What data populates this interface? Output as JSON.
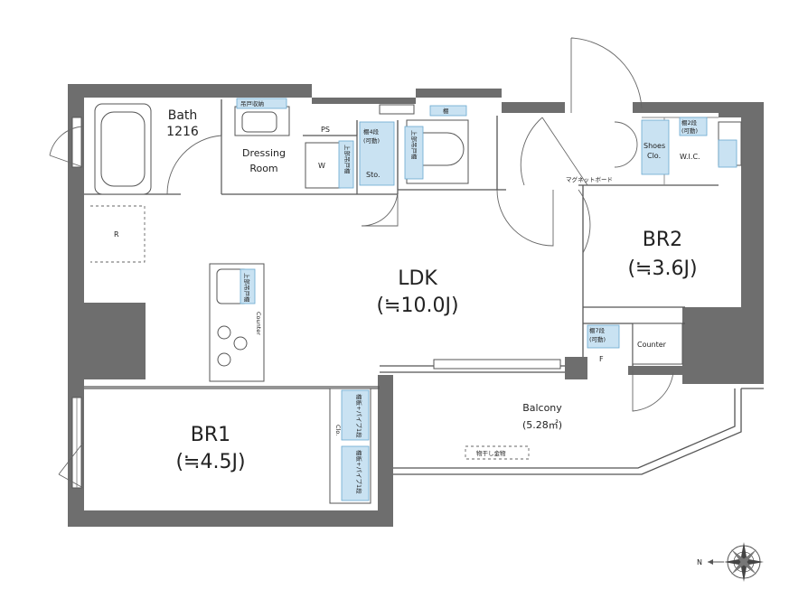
{
  "rooms": {
    "bath_name": "Bath",
    "bath_size": "1216",
    "dressing_line1": "Dressing",
    "dressing_line2": "Room",
    "ldk_name": "LDK",
    "ldk_size": "(≒10.0J)",
    "br1_name": "BR1",
    "br1_size": "(≒4.5J)",
    "br2_name": "BR2",
    "br2_size": "(≒3.6J)",
    "balcony_name": "Balcony",
    "balcony_size": "(5.28㎡)"
  },
  "labels": {
    "ps": "PS",
    "w": "W",
    "sto": "Sto.",
    "shoes_line1": "Shoes",
    "shoes_line2": "Clo.",
    "wic": "W.I.C.",
    "r": "R",
    "f": "F",
    "counter": "Counter",
    "counter_vertical": "Counter",
    "clo_vertical": "Clo.",
    "magnet_board": "マグネットボード",
    "towel_storage": "吊戸収納",
    "shelf4": "棚4段",
    "movable": "(可動)",
    "shelf2": "棚2段",
    "shelf7": "棚7段",
    "shelf": "棚",
    "upper_hanging": "上部吊戸棚",
    "pipe_shelf": "棚板+パイプ1段",
    "drying_hardware": "物干し金物",
    "compass_n": "N"
  }
}
